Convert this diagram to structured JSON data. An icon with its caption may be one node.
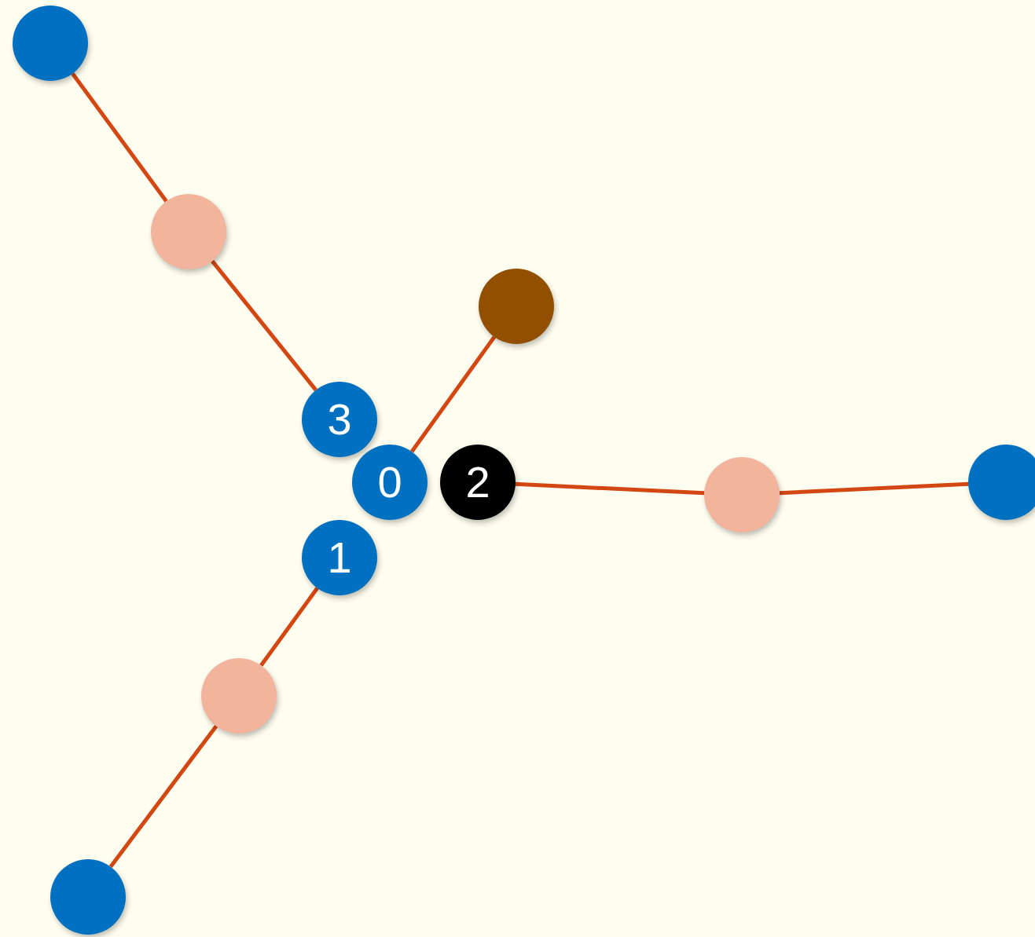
{
  "diagram": {
    "nodes": [
      {
        "text": [],
        "shape": "circle"
      },
      {
        "text": [],
        "shape": "circle"
      },
      {
        "text": [],
        "shape": "circle"
      },
      {
        "text": [
          "3"
        ]
      },
      {
        "text": [
          "0"
        ]
      },
      {
        "text": [
          "2"
        ]
      },
      {
        "text": [],
        "shape": "circle"
      },
      {
        "text": [],
        "shape": "circle"
      },
      {
        "text": [
          "1"
        ]
      },
      {
        "text": [],
        "shape": "circle"
      },
      {
        "text": [],
        "shape": "circle"
      }
    ],
    "edges": [
      {
        "from": 0,
        "to": 1,
        "arrow": "none"
      },
      {
        "from": 1,
        "to": 3,
        "arrow": "none"
      },
      {
        "from": 2,
        "to": 4,
        "arrow": "none"
      },
      {
        "from": 5,
        "to": 6,
        "arrow": "none"
      },
      {
        "from": 6,
        "to": 7,
        "arrow": "none"
      },
      {
        "from": 8,
        "to": 9,
        "arrow": "none"
      },
      {
        "from": 9,
        "to": 10,
        "arrow": "none"
      }
    ]
  }
}
